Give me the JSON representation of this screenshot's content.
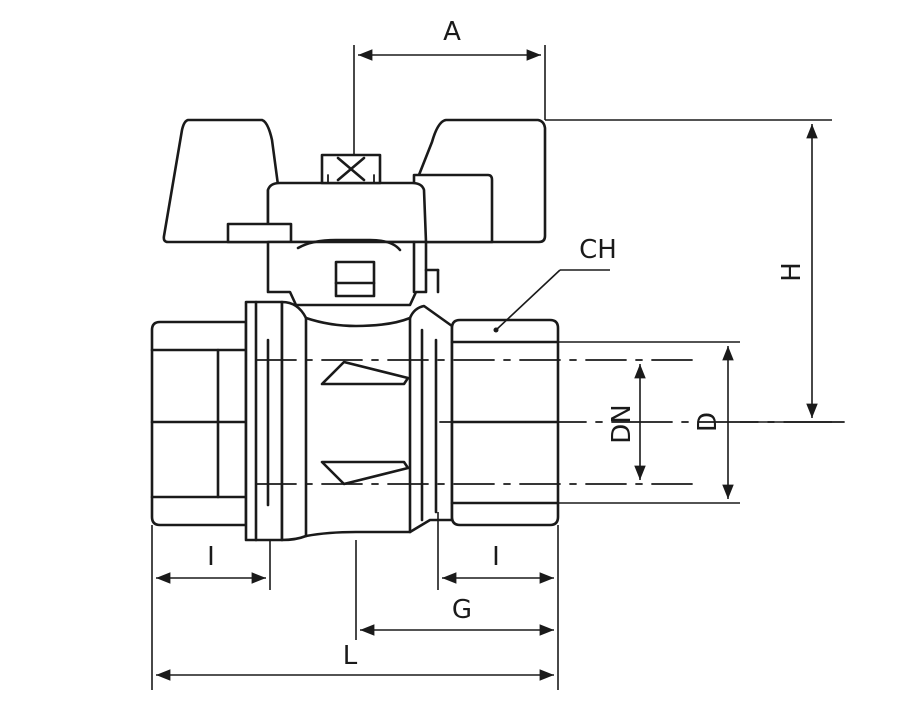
{
  "diagram": {
    "labels": {
      "A": "A",
      "H": "H",
      "CH": "CH",
      "DN": "DN",
      "D": "D",
      "I_left": "I",
      "I_right": "I",
      "G": "G",
      "L": "L"
    }
  }
}
